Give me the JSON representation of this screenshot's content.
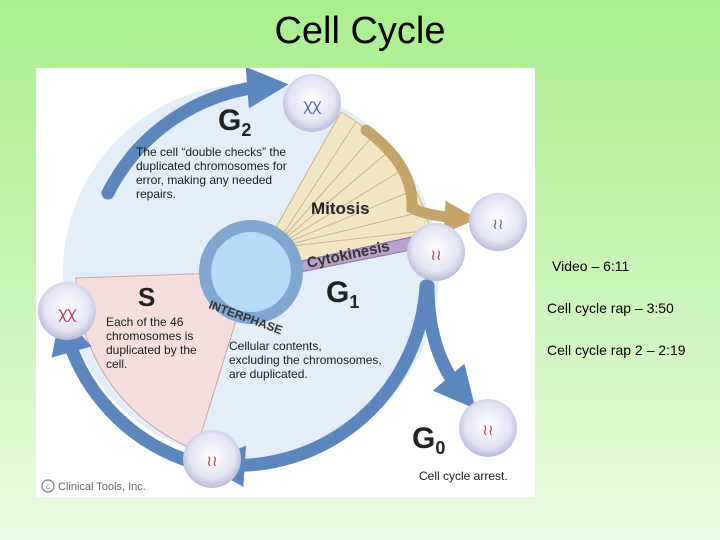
{
  "slide": {
    "title": "Cell Cycle",
    "links": [
      "Video – 6:11",
      "Cell cycle rap – 3:50",
      "Cell cycle rap 2 – 2:19"
    ]
  },
  "diagram": {
    "phases": {
      "g2": {
        "letter": "G",
        "sub": "2"
      },
      "g1": {
        "letter": "G",
        "sub": "1"
      },
      "g0": {
        "letter": "G",
        "sub": "0"
      },
      "s": "S",
      "mitosis": "Mitosis",
      "cytokinesis": "Cytokinesis",
      "interphase": "INTERPHASE"
    },
    "captions": {
      "g2": [
        "The cell “double checks” the",
        "duplicated chromosomes for",
        "error, making any needed",
        "repairs."
      ],
      "s": [
        "Each of the 46",
        "chromosomes is",
        "duplicated by the",
        "cell."
      ],
      "g1": [
        "Cellular contents,",
        "excluding the chromosomes,",
        "are duplicated."
      ],
      "g0": "Cell cycle arrest."
    },
    "copyright": "Clinical Tools, Inc.",
    "colors": {
      "ring_fill": "#e3eef9",
      "s_sector": "#f7dede",
      "mitosis_fan": "#f3e6c4",
      "arrow": "#5b86be",
      "mitosis_arrow": "#c6a36a",
      "nucleus": "#b5dcf7",
      "cytokinesis_band": "#b9a2cc"
    }
  }
}
